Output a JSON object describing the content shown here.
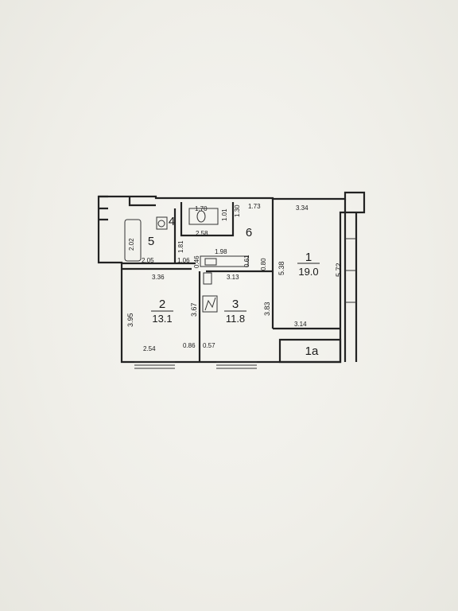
{
  "rooms": [
    {
      "id": "1",
      "number": "1",
      "area": "19.0"
    },
    {
      "id": "2",
      "number": "2",
      "area": "13.1"
    },
    {
      "id": "3",
      "number": "3",
      "area": "11.8"
    },
    {
      "id": "4",
      "number": "4"
    },
    {
      "id": "5",
      "number": "5"
    },
    {
      "id": "6",
      "number": "6"
    },
    {
      "id": "1a",
      "number": "1а"
    }
  ],
  "dimensions": {
    "d170": "1.70",
    "d101": "1.01",
    "d130": "1.30",
    "d173": "1.73",
    "d334": "3.34",
    "d258": "2.58",
    "d202": "2.02",
    "d181": "1.81",
    "d205": "2.05",
    "d106": "1.06",
    "d046": "0.46",
    "d198": "1.98",
    "d061": "0.61",
    "d080": "0.80",
    "d538": "5.38",
    "d572": "5.72",
    "d336": "3.36",
    "d313": "3.13",
    "d395": "3.95",
    "d367": "3.67",
    "d383": "3.83",
    "d314": "3.14",
    "d254": "2.54",
    "d086": "0.86",
    "d057": "0.57"
  }
}
